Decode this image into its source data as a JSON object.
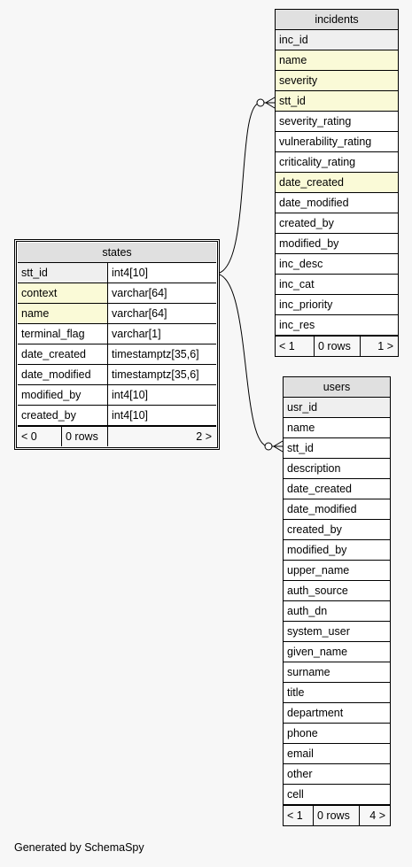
{
  "generated_by": "Generated by SchemaSpy",
  "incidents": {
    "name": "incidents",
    "columns": [
      {
        "name": "inc_id",
        "style": "pk"
      },
      {
        "name": "name",
        "style": "idx"
      },
      {
        "name": "severity",
        "style": "idx"
      },
      {
        "name": "stt_id",
        "style": "idx"
      },
      {
        "name": "severity_rating",
        "style": ""
      },
      {
        "name": "vulnerability_rating",
        "style": ""
      },
      {
        "name": "criticality_rating",
        "style": ""
      },
      {
        "name": "date_created",
        "style": "idx"
      },
      {
        "name": "date_modified",
        "style": ""
      },
      {
        "name": "created_by",
        "style": ""
      },
      {
        "name": "modified_by",
        "style": ""
      },
      {
        "name": "inc_desc",
        "style": ""
      },
      {
        "name": "inc_cat",
        "style": ""
      },
      {
        "name": "inc_priority",
        "style": ""
      },
      {
        "name": "inc_res",
        "style": ""
      }
    ],
    "footer": {
      "parents": "< 1",
      "rows": "0 rows",
      "children": "1 >"
    }
  },
  "states": {
    "name": "states",
    "columns": [
      {
        "name": "stt_id",
        "type": "int4[10]",
        "style": "pk"
      },
      {
        "name": "context",
        "type": "varchar[64]",
        "style": "idx"
      },
      {
        "name": "name",
        "type": "varchar[64]",
        "style": "idx"
      },
      {
        "name": "terminal_flag",
        "type": "varchar[1]",
        "style": ""
      },
      {
        "name": "date_created",
        "type": "timestamptz[35,6]",
        "style": ""
      },
      {
        "name": "date_modified",
        "type": "timestamptz[35,6]",
        "style": ""
      },
      {
        "name": "modified_by",
        "type": "int4[10]",
        "style": ""
      },
      {
        "name": "created_by",
        "type": "int4[10]",
        "style": ""
      }
    ],
    "footer": {
      "parents": "< 0",
      "rows": "0 rows",
      "children": "2 >"
    }
  },
  "users": {
    "name": "users",
    "columns": [
      {
        "name": "usr_id",
        "style": "pk"
      },
      {
        "name": "name",
        "style": ""
      },
      {
        "name": "stt_id",
        "style": ""
      },
      {
        "name": "description",
        "style": ""
      },
      {
        "name": "date_created",
        "style": ""
      },
      {
        "name": "date_modified",
        "style": ""
      },
      {
        "name": "created_by",
        "style": ""
      },
      {
        "name": "modified_by",
        "style": ""
      },
      {
        "name": "upper_name",
        "style": ""
      },
      {
        "name": "auth_source",
        "style": ""
      },
      {
        "name": "auth_dn",
        "style": ""
      },
      {
        "name": "system_user",
        "style": ""
      },
      {
        "name": "given_name",
        "style": ""
      },
      {
        "name": "surname",
        "style": ""
      },
      {
        "name": "title",
        "style": ""
      },
      {
        "name": "department",
        "style": ""
      },
      {
        "name": "phone",
        "style": ""
      },
      {
        "name": "email",
        "style": ""
      },
      {
        "name": "other",
        "style": ""
      },
      {
        "name": "cell",
        "style": ""
      }
    ],
    "footer": {
      "parents": "< 1",
      "rows": "0 rows",
      "children": "4 >"
    }
  },
  "relationships": [
    {
      "from": "states.stt_id",
      "to": "incidents.stt_id"
    },
    {
      "from": "states.stt_id",
      "to": "users.stt_id"
    }
  ]
}
